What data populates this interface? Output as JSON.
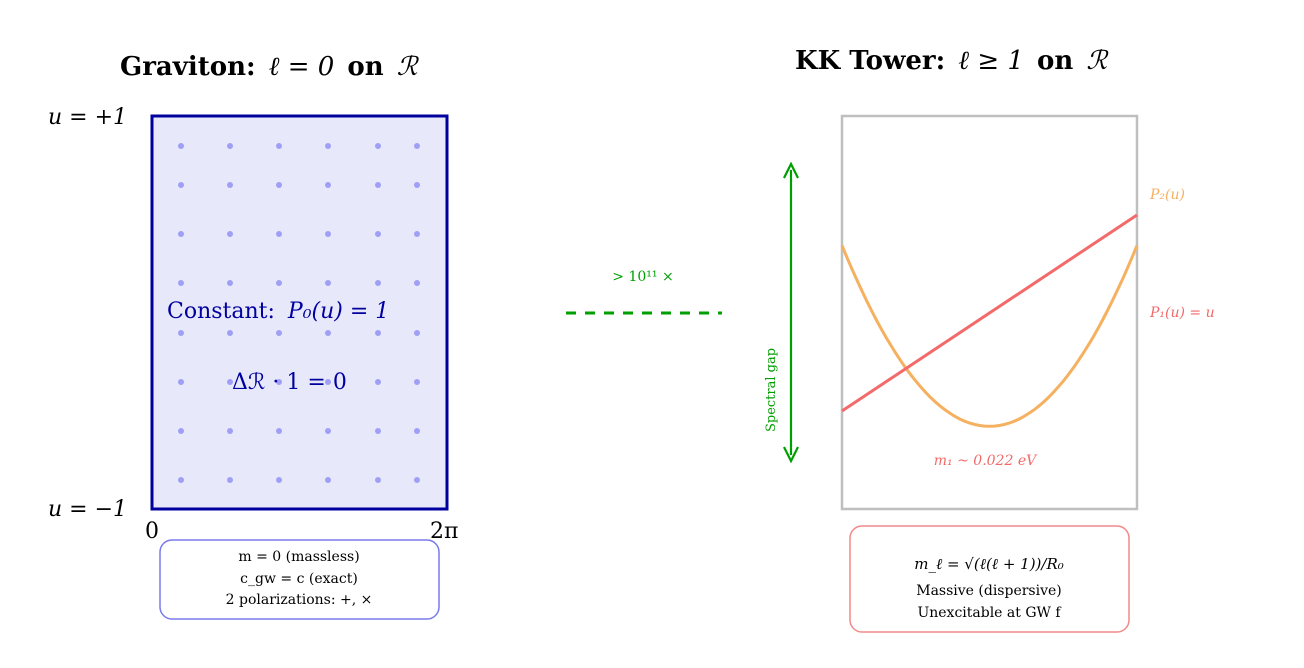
{
  "left_panel": {
    "title_prefix": "Graviton:",
    "title_math": "ℓ = 0",
    "title_suffix": "on",
    "title_domain": "ℛ",
    "u_top_label": "u = +1",
    "u_bottom_label": "u = −1",
    "x_start_label": "0",
    "x_end_label": "2π",
    "constant_label": "Constant:",
    "constant_math": "P₀(u) = 1",
    "laplacian_label": "Δℛ · 1 = 0",
    "info_line1": "m = 0 (massless)",
    "info_line2": "c_gw = c (exact)",
    "info_line3": "2 polarizations: +, ×",
    "colors": {
      "border": "#00009f",
      "fill": "#e8e8fb",
      "dots": "#9f9ff5",
      "info_border": "#7a7aee"
    }
  },
  "middle": {
    "gap_ratio_label": "> 10¹¹ ×",
    "color": "#009f00"
  },
  "right_panel": {
    "title_prefix": "KK Tower:",
    "title_math": "ℓ ≥ 1",
    "title_suffix": "on",
    "title_domain": "ℛ",
    "spectral_gap_label": "Spectral gap",
    "p2_label": "P₂(u)",
    "p1_label": "P₁(u) = u",
    "mass_label": "m₁ ~ 0.022 eV",
    "info_line1": "m_ℓ = √(ℓ(ℓ + 1))/R₀",
    "info_line2": "Massive (dispersive)",
    "info_line3": "Unexcitable at GW f",
    "colors": {
      "border": "#bfbfbf",
      "p1": "#f26a6a",
      "p2": "#f5b060",
      "info_border": "#f28a8a"
    }
  }
}
